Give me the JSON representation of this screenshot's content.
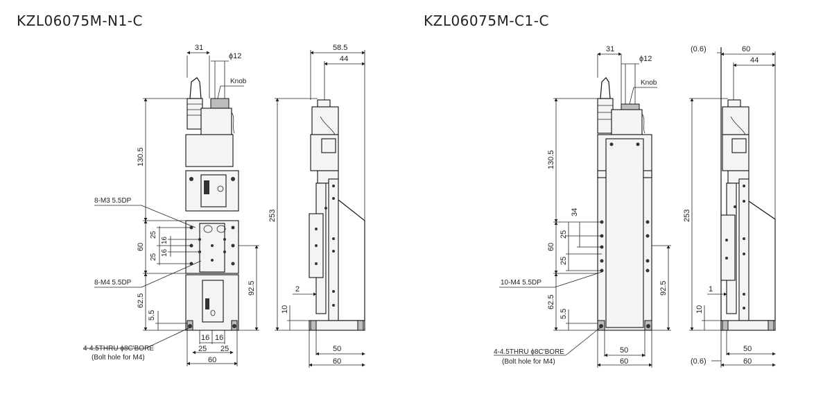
{
  "models": [
    {
      "title": "KZL06075M-N1-C",
      "dims": {
        "top_width": "31",
        "shaft_dia": "ϕ12",
        "knob": "Knob",
        "height_upper": "130.5",
        "m3_note": "8-M3 5.5DP",
        "pitch_25a": "25",
        "pitch_16a": "16",
        "pitch_25b": "25",
        "pitch_16b": "16",
        "height_60": "60",
        "m4_note": "8-M4 5.5DP",
        "height_625": "62.5",
        "height_55": "5.5",
        "height_925": "92.5",
        "bolt_note": "4-4.5THRU ϕ8C'BORE",
        "bolt_sub": "(Bolt hole for M4)",
        "bottom_16a": "16",
        "bottom_16b": "16",
        "bottom_25a": "25",
        "bottom_25b": "25",
        "bottom_60": "60",
        "side_585": "58.5",
        "side_44": "44",
        "side_253": "253",
        "side_2": "2",
        "side_10": "10",
        "side_50": "50",
        "side_60": "60"
      }
    },
    {
      "title": "KZL06075M-C1-C",
      "dims": {
        "top_width": "31",
        "shaft_dia": "ϕ12",
        "knob": "Knob",
        "height_upper": "130.5",
        "pitch_34": "34",
        "pitch_25a": "25",
        "pitch_25b": "25",
        "height_60": "60",
        "m4_note": "10-M4 5.5DP",
        "height_625": "62.5",
        "height_55": "5.5",
        "height_925": "92.5",
        "bolt_note": "4-4.5THRU ϕ8C'BORE",
        "bolt_sub": "(Bolt hole for M4)",
        "bottom_50": "50",
        "bottom_60": "60",
        "side_06_top": "(0.6)",
        "side_60_top": "60",
        "side_44": "44",
        "side_253": "253",
        "side_1": "1",
        "side_10": "10",
        "side_06_bottom": "(0.6)",
        "side_50": "50",
        "side_60": "60"
      }
    }
  ]
}
